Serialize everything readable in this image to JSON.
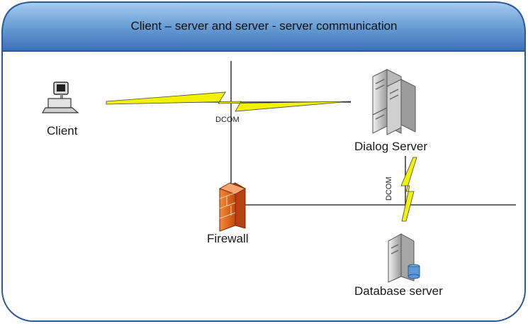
{
  "title": "Client – server and server - server communication",
  "nodes": {
    "client": {
      "label": "Client",
      "icon": "desktop-computer-icon"
    },
    "dialog_server": {
      "label": "Dialog Server",
      "icon": "server-cluster-icon"
    },
    "firewall": {
      "label": "Firewall",
      "icon": "firewall-icon"
    },
    "database_server": {
      "label": "Database server",
      "icon": "database-server-icon"
    }
  },
  "links": {
    "client_to_dialog": {
      "label": "DCOM",
      "icon": "lightning-bolt-icon"
    },
    "dialog_to_database": {
      "label": "DCOM",
      "icon": "lightning-bolt-icon"
    }
  },
  "colors": {
    "header_top": "#7fb0e2",
    "header_bottom": "#3e78c0",
    "frame_border": "#2c5a96",
    "bolt": "#f2f200",
    "firewall": "#e8621c"
  }
}
